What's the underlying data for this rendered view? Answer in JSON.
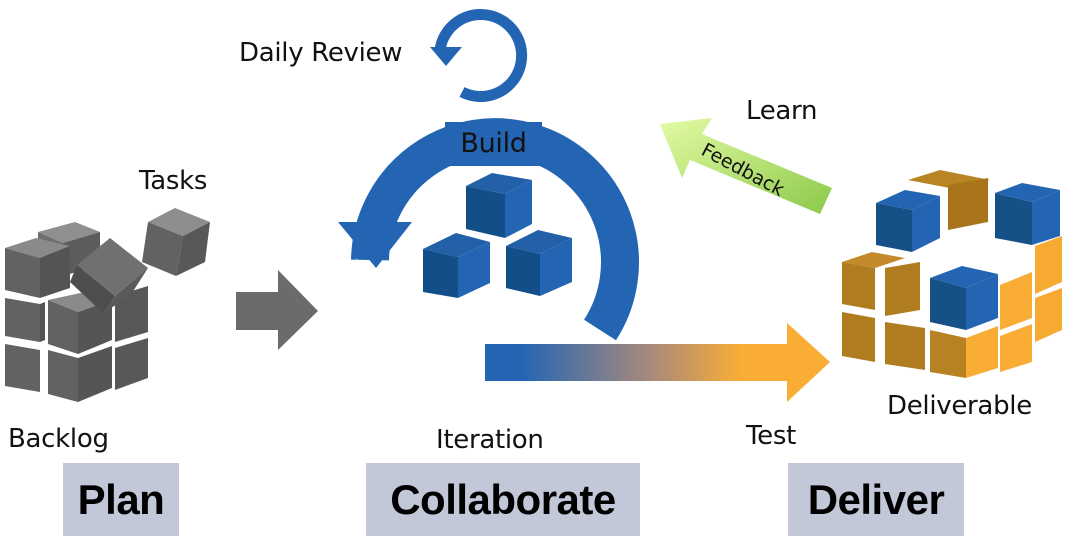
{
  "colors": {
    "blue": "#2465b3",
    "dark_blue": "#155086",
    "gray": "#636363",
    "orange": "#f9ad35",
    "feedback_green": "#aee070",
    "phase_bg": "#c2c8d8"
  },
  "labels": {
    "tasks": "Tasks",
    "backlog": "Backlog",
    "daily_review": "Daily Review",
    "build": "Build",
    "iteration": "Iteration",
    "learn": "Learn",
    "feedback": "Feedback",
    "test": "Test",
    "deliverable": "Deliverable"
  },
  "phases": [
    {
      "id": "plan",
      "label": "Plan"
    },
    {
      "id": "collaborate",
      "label": "Collaborate"
    },
    {
      "id": "deliver",
      "label": "Deliver"
    }
  ],
  "icons": {
    "backlog": "cube-stack-icon",
    "flow_arrow": "arrow-right-icon",
    "iteration_cycle": "cycle-arrow-icon",
    "daily_review": "refresh-icon",
    "build": "cubes-icon",
    "test_arrow": "arrow-right-icon",
    "feedback_arrow": "arrow-up-left-icon",
    "deliverable": "cube-stack-icon"
  }
}
